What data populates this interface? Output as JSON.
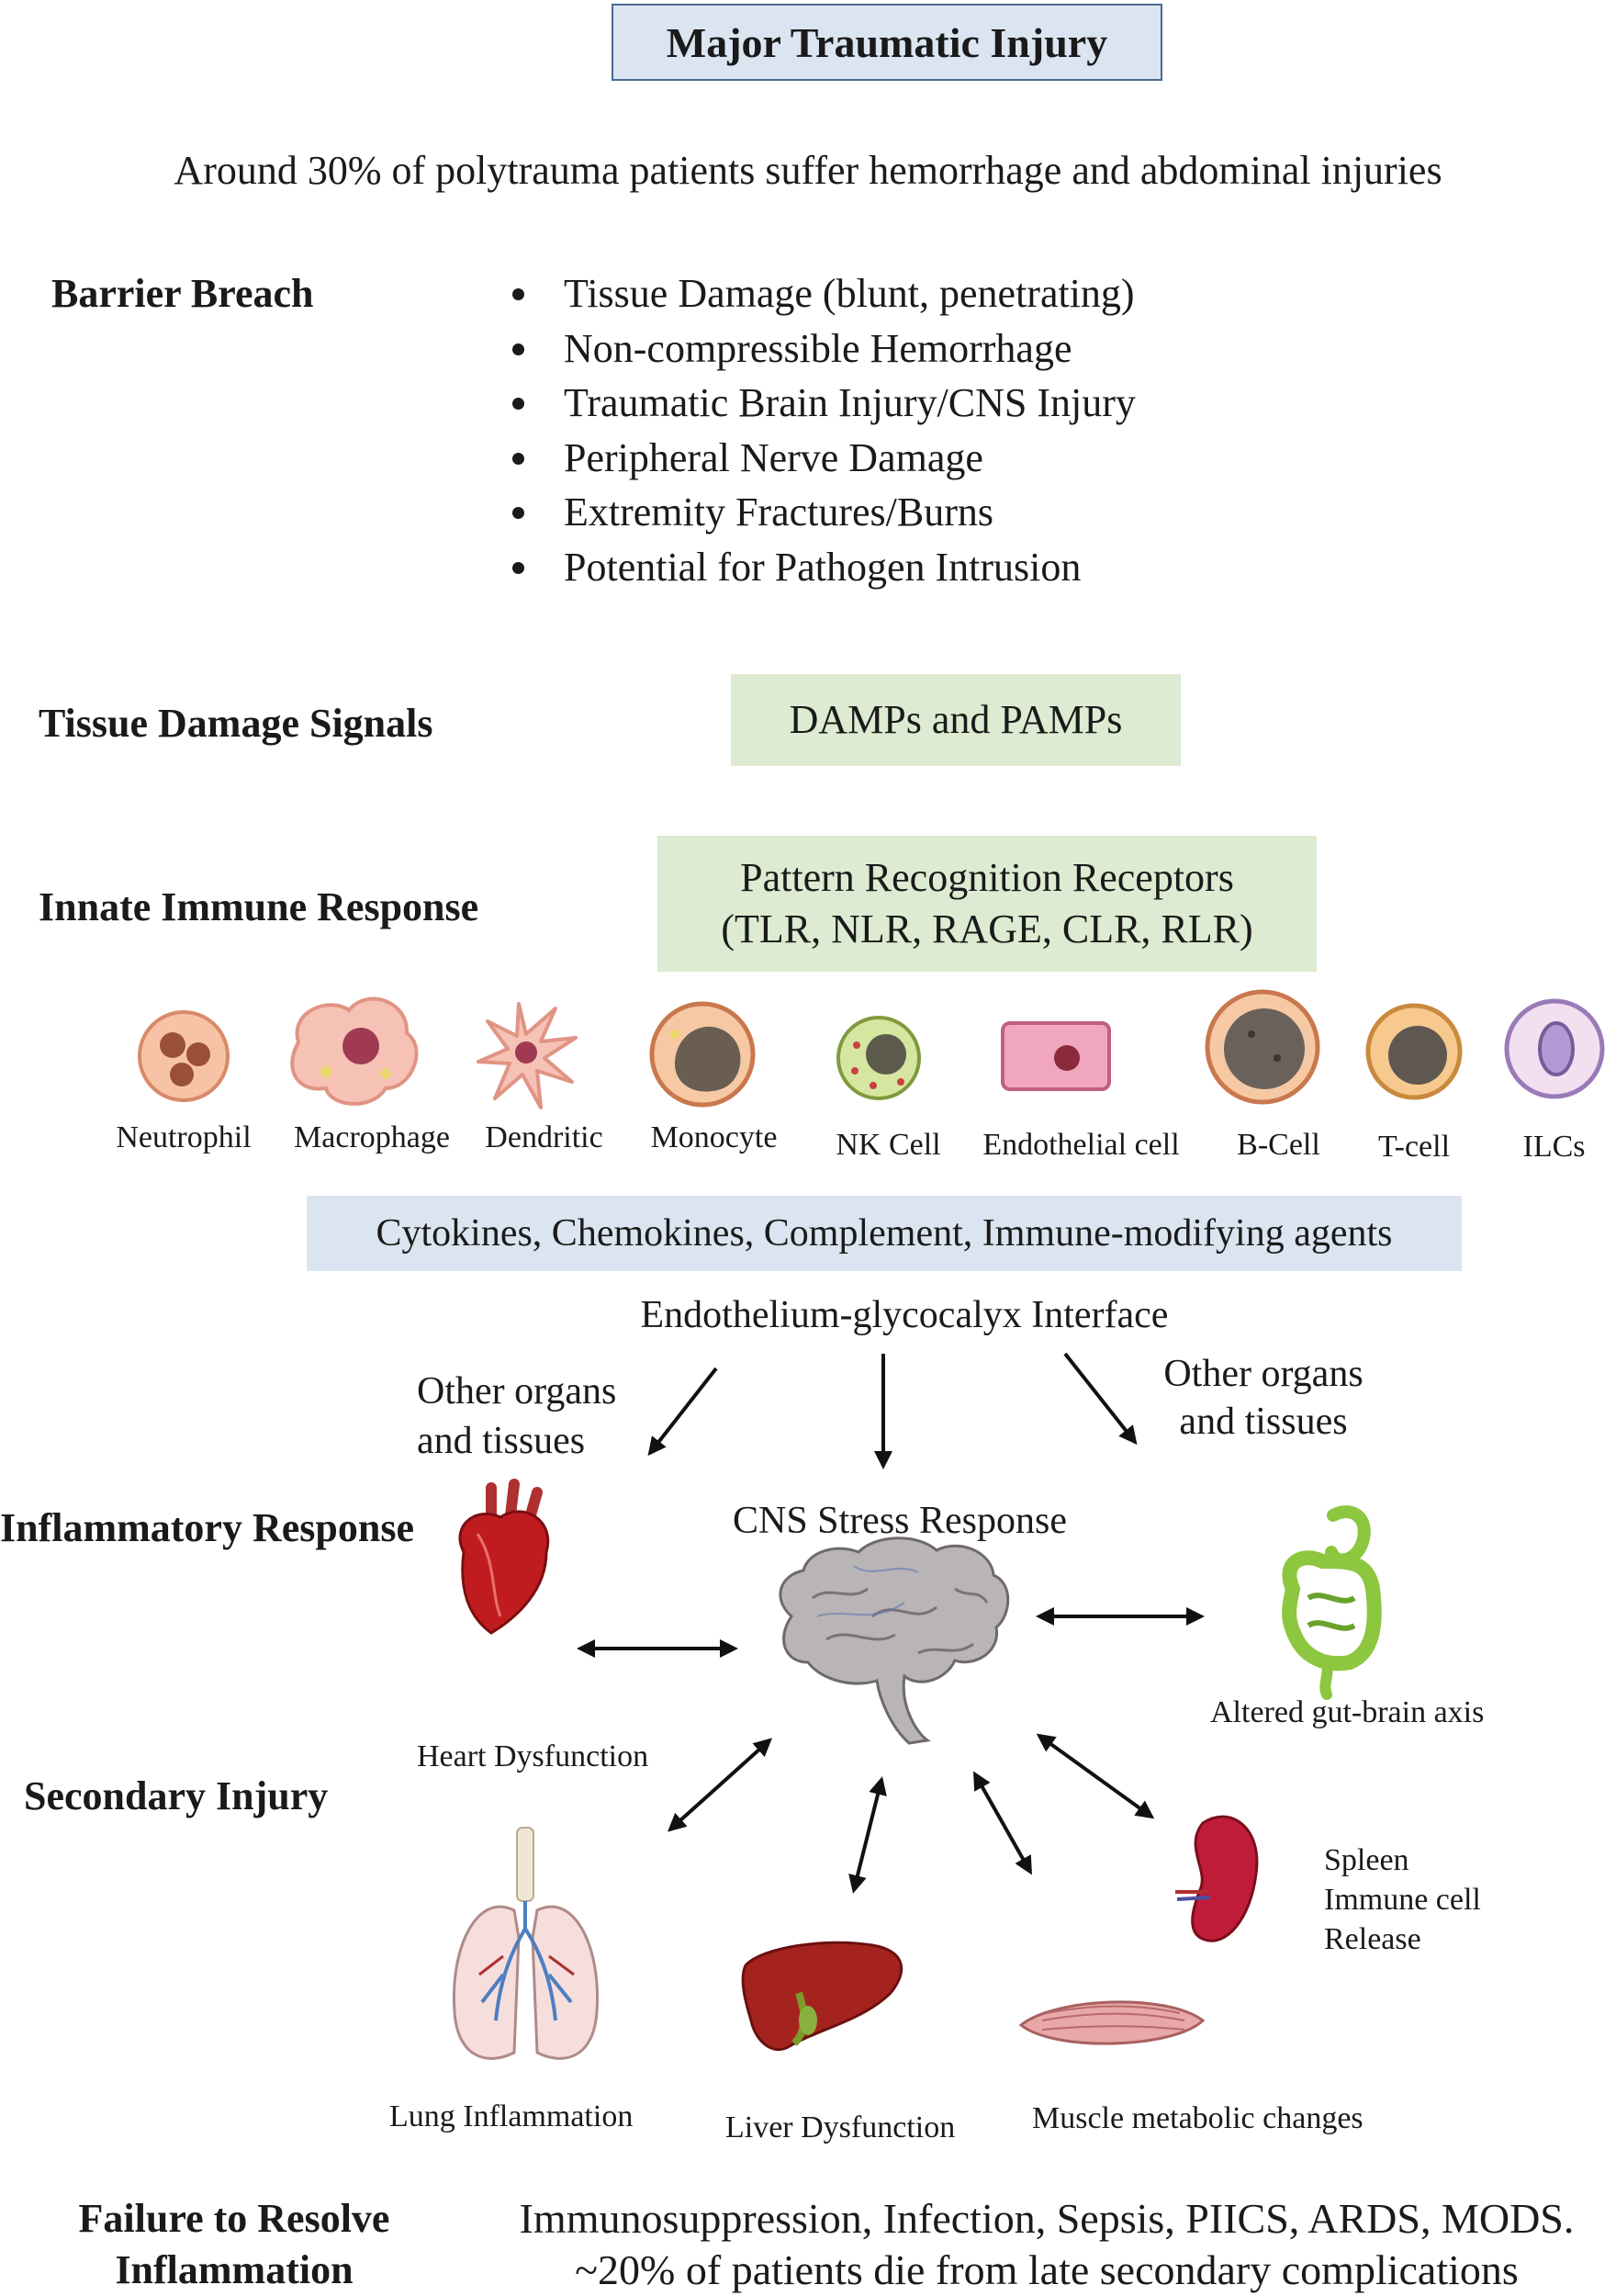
{
  "title": "Major Traumatic Injury",
  "subtitle": "Around 30% of polytrauma patients suffer hemorrhage and abdominal injuries",
  "stages": {
    "barrier_breach": "Barrier Breach",
    "tissue_damage_signals": "Tissue Damage Signals",
    "innate_immune_response": "Innate Immune Response",
    "inflammatory_response": "Inflammatory Response",
    "secondary_injury": "Secondary Injury",
    "failure_line1": "Failure to Resolve",
    "failure_line2": "Inflammation"
  },
  "barrier_items": [
    "Tissue Damage (blunt, penetrating)",
    "Non-compressible Hemorrhage",
    "Traumatic Brain Injury/CNS Injury",
    "Peripheral Nerve Damage",
    "Extremity Fractures/Burns",
    "Potential for Pathogen Intrusion"
  ],
  "damps_box": "DAMPs and PAMPs",
  "prr_box": {
    "line1": "Pattern Recognition Receptors",
    "line2": "(TLR, NLR, RAGE, CLR, RLR)"
  },
  "cells": [
    {
      "label": "Neutrophil",
      "icon": "neutrophil-icon"
    },
    {
      "label": "Macrophage",
      "icon": "macrophage-icon"
    },
    {
      "label": "Dendritic",
      "icon": "dendritic-cell-icon"
    },
    {
      "label": "Monocyte",
      "icon": "monocyte-icon"
    },
    {
      "label": "NK Cell",
      "icon": "nk-cell-icon"
    },
    {
      "label": "Endothelial cell",
      "icon": "endothelial-cell-icon"
    },
    {
      "label": "B-Cell",
      "icon": "b-cell-icon"
    },
    {
      "label": "T-cell",
      "icon": "t-cell-icon"
    },
    {
      "label": "ILCs",
      "icon": "ilc-icon"
    }
  ],
  "mediators_box": "Cytokines, Chemokines, Complement, Immune-modifying agents",
  "endothelium": "Endothelium-glycocalyx Interface",
  "other_organs_left": {
    "line1": "Other organs",
    "line2": "and tissues"
  },
  "other_organs_right": {
    "line1": "Other organs",
    "line2": "and tissues"
  },
  "cns": "CNS Stress Response",
  "organs": {
    "heart": "Heart Dysfunction",
    "gut": "Altered gut-brain axis",
    "spleen_line1": "Spleen",
    "spleen_line2": "Immune cell",
    "spleen_line3": "Release",
    "lung": "Lung Inflammation",
    "liver": "Liver Dysfunction",
    "muscle": "Muscle metabolic changes"
  },
  "outcome": {
    "line1": "Immunosuppression, Infection, Sepsis, PIICS, ARDS, MODS.",
    "line2": "~20% of patients die from late secondary complications"
  },
  "colors": {
    "title_box": "#dbe5f1",
    "green_box": "#dcebd1",
    "blue_box": "#dbe5f1"
  }
}
